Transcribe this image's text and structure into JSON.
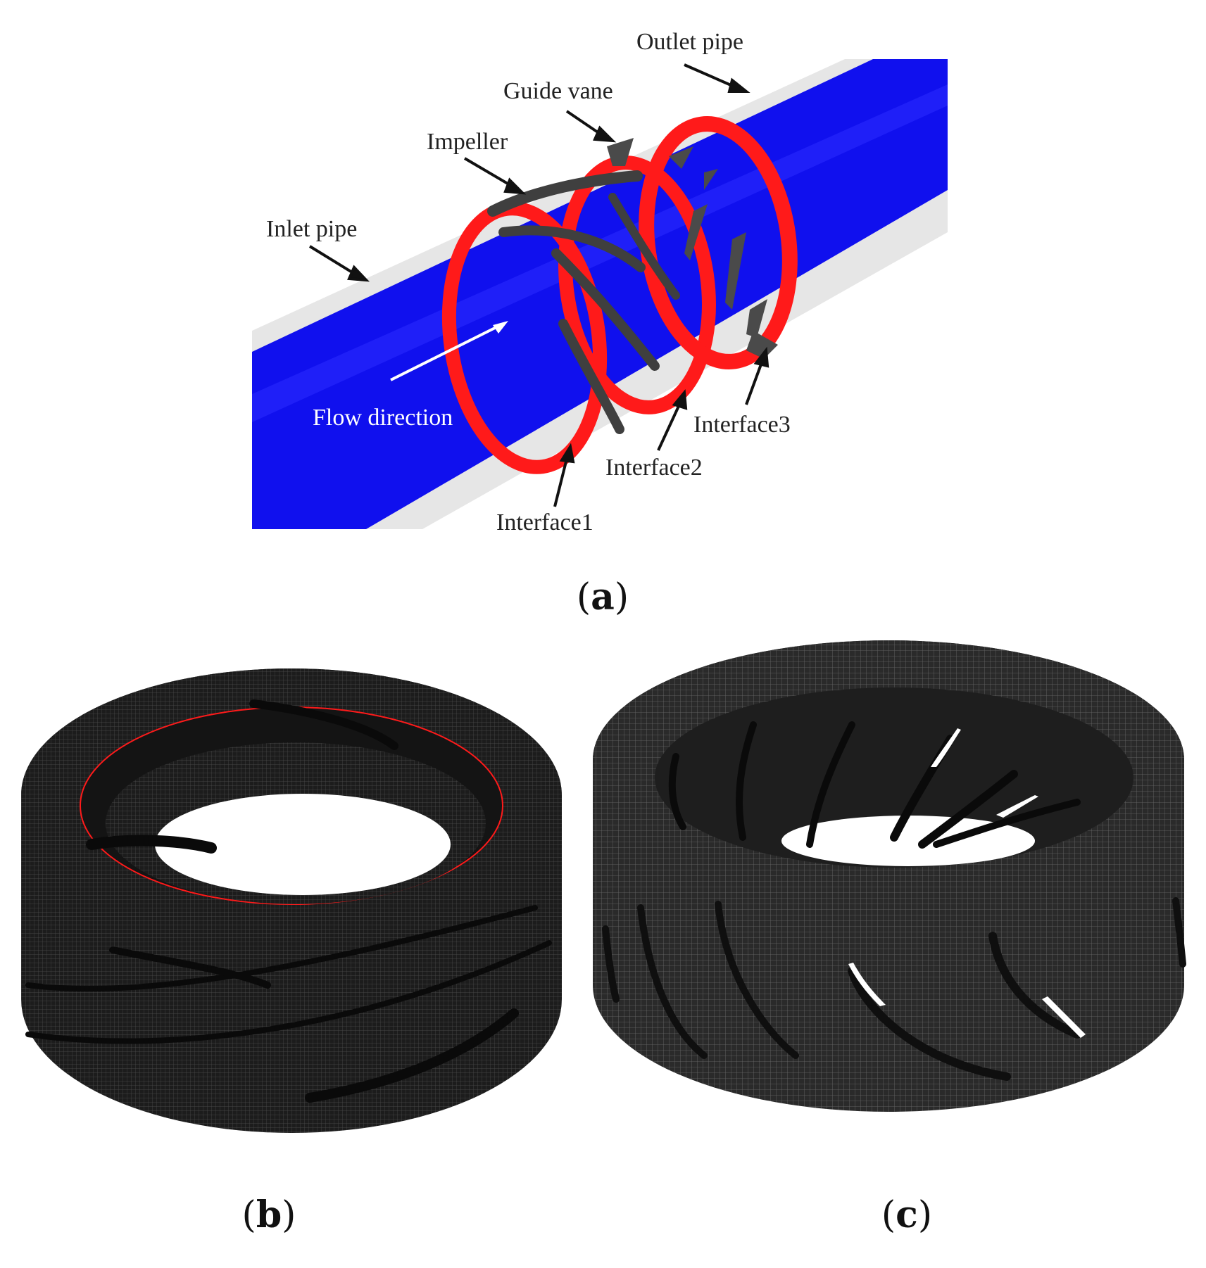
{
  "panel_a": {
    "labels": {
      "outlet_pipe": "Outlet pipe",
      "guide_vane": "Guide vane",
      "impeller": "Impeller",
      "inlet_pipe": "Inlet pipe",
      "flow_direction": "Flow direction",
      "interface1": "Interface1",
      "interface2": "Interface2",
      "interface3": "Interface3"
    },
    "colors": {
      "fluid": "#1010ee",
      "pipe_wall": "#e6e6e6",
      "interface": "#ff1a1a",
      "blade": "#4a4a4a"
    }
  },
  "panel_labels": {
    "a": "a",
    "b": "b",
    "c": "c"
  },
  "mesh_colors": {
    "mesh_dark": "#1a1a1a",
    "mesh_line": "#5a5a5a"
  }
}
